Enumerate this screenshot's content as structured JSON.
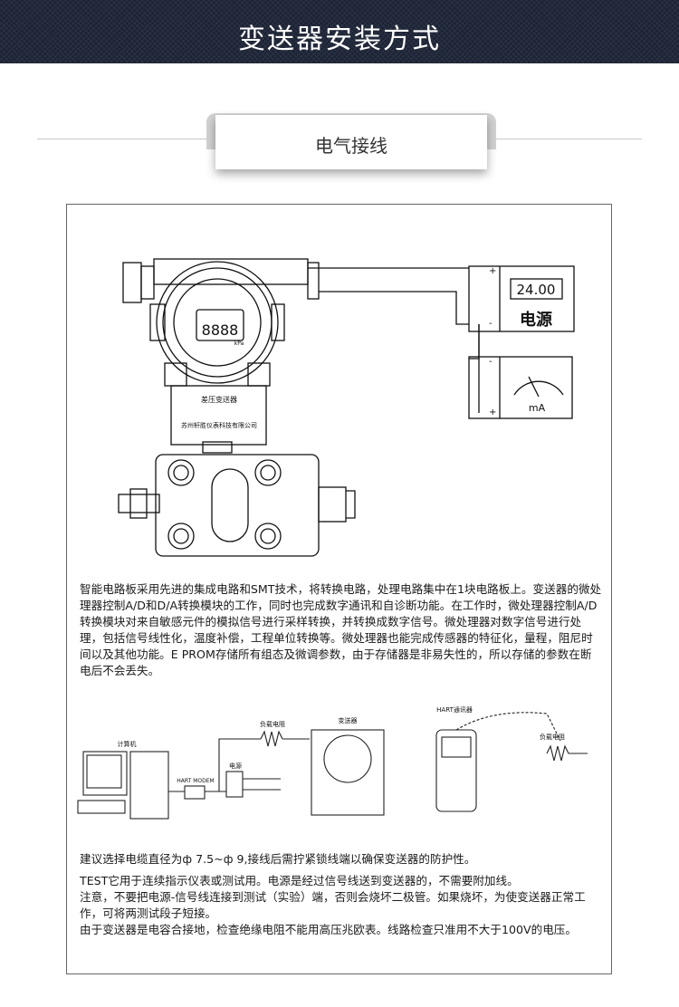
{
  "header": {
    "title": "变送器安装方式"
  },
  "section": {
    "title": "电气接线"
  },
  "wiring_diagram": {
    "power_display_value": "24.00",
    "power_label": "电源",
    "ammeter_unit": "mA",
    "transmitter_name": "差压变送器",
    "manufacturer": "苏州轩胜仪表科技有限公司",
    "lcd_digits": "8888",
    "lcd_unit": "kPa",
    "plus": "+",
    "minus": "-"
  },
  "intro_text": "智能电路板采用先进的集成电路和SMT技术，将转换电路，处理电路集中在1块电路板上。变送器的微处理器控制A/D和D/A转换模块的工作，同时也完成数字通讯和自诊断功能。在工作时，微处理器控制A/D转换模块对来自敏感元件的模拟信号进行采样转换，并转换成数字信号。微处理器对数字信号进行处理，包括信号线性化，温度补偿，工程单位转换等。微处理器也能完成传感器的特征化，量程，阻尼时间以及其他功能。E PROM存储所有组态及微调参数，由于存储器是非易失性的，所以存储的参数在断电后不会丢失。",
  "hart_diagram": {
    "computer_label": "计算机",
    "modem_label": "HART MODEM",
    "load_resistor_label": "负载电阻",
    "power_label": "电源",
    "transmitter_label": "变送器",
    "communicator_label": "HART通讯器",
    "load_resistor_label_2": "负载电阻"
  },
  "cable_text": "建议选择电缆直径为ф 7.5~ф 9,接线后需拧紧锁线端以确保变送器的防护性。",
  "notes_text": [
    "TEST它用于连续指示仪表或测试用。电源是经过信号线送到变送器的，不需要附加线。",
    "注意，不要把电源-信号线连接到测试（实验）端，否则会烧坏二极管。如果烧坏，为使变送器正常工作，可将两测试段子短接。",
    "由于变送器是电容合接地，检查绝缘电阻不能用高压兆欧表。线路检查只准用不大于100V的电压。"
  ]
}
